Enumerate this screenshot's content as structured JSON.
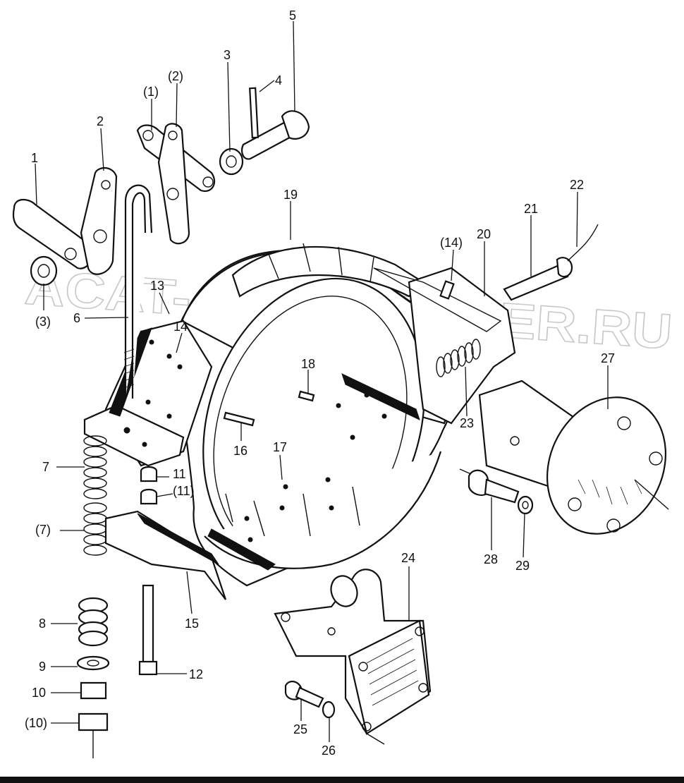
{
  "watermark": "ACAT-AUTODEALER.RU",
  "callouts": [
    {
      "id": "c1",
      "text": "1"
    },
    {
      "id": "c2",
      "text": "2"
    },
    {
      "id": "c3",
      "text": "3"
    },
    {
      "id": "c4",
      "text": "4"
    },
    {
      "id": "c5",
      "text": "5"
    },
    {
      "id": "c6",
      "text": "6"
    },
    {
      "id": "c7",
      "text": "7"
    },
    {
      "id": "c8",
      "text": "8"
    },
    {
      "id": "c9",
      "text": "9"
    },
    {
      "id": "c10",
      "text": "10"
    },
    {
      "id": "c11",
      "text": "11"
    },
    {
      "id": "c12",
      "text": "12"
    },
    {
      "id": "c13",
      "text": "13"
    },
    {
      "id": "c14",
      "text": "14"
    },
    {
      "id": "c15",
      "text": "15"
    },
    {
      "id": "c16",
      "text": "16"
    },
    {
      "id": "c17",
      "text": "17"
    },
    {
      "id": "c18",
      "text": "18"
    },
    {
      "id": "c19",
      "text": "19"
    },
    {
      "id": "c20",
      "text": "20"
    },
    {
      "id": "c21",
      "text": "21"
    },
    {
      "id": "c22",
      "text": "22"
    },
    {
      "id": "c23",
      "text": "23"
    },
    {
      "id": "c24",
      "text": "24"
    },
    {
      "id": "c25",
      "text": "25"
    },
    {
      "id": "c26",
      "text": "26"
    },
    {
      "id": "c27",
      "text": "27"
    },
    {
      "id": "c28",
      "text": "28"
    },
    {
      "id": "c29",
      "text": "29"
    },
    {
      "id": "p1",
      "text": "(1)"
    },
    {
      "id": "p2",
      "text": "(2)"
    },
    {
      "id": "p3",
      "text": "(3)"
    },
    {
      "id": "p7",
      "text": "(7)"
    },
    {
      "id": "p10",
      "text": "(10)"
    },
    {
      "id": "p11",
      "text": "(11)"
    },
    {
      "id": "p14",
      "text": "(14)"
    }
  ]
}
